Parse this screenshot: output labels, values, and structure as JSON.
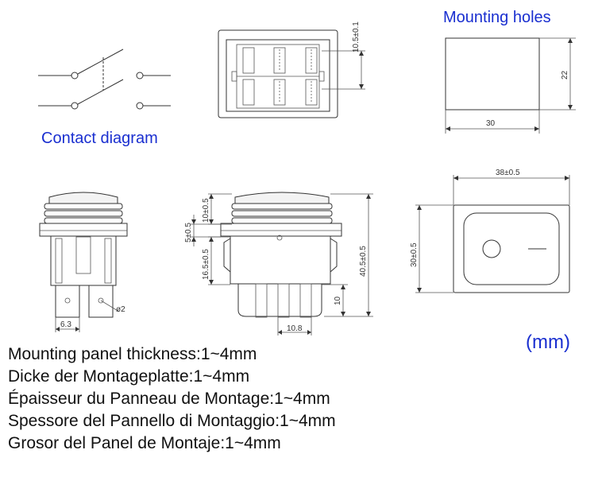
{
  "labels": {
    "contact_diagram": "Contact diagram",
    "mounting_holes": "Mounting holes",
    "unit": "(mm)"
  },
  "dimensions": {
    "top_view_height": "10.5±0.1",
    "hole_height": "22",
    "hole_width": "30",
    "front_width": "38±0.5",
    "front_height": "30±0.5",
    "side_cap": "10±0.5",
    "side_step": "5±0.5",
    "side_body": "16.5±0.5",
    "side_total": "40.5±0.5",
    "side_terminal": "10",
    "side_pitch": "10.8",
    "end_terminal_width": "6.3",
    "end_hole": "ø2"
  },
  "notes": [
    "Mounting panel thickness:1~4mm",
    "Dicke der Montageplatte:1~4mm",
    "Épaisseur du Panneau de Montage:1~4mm",
    "Spessore del Pannello di Montaggio:1~4mm",
    "Grosor del Panel de Montaje:1~4mm"
  ]
}
